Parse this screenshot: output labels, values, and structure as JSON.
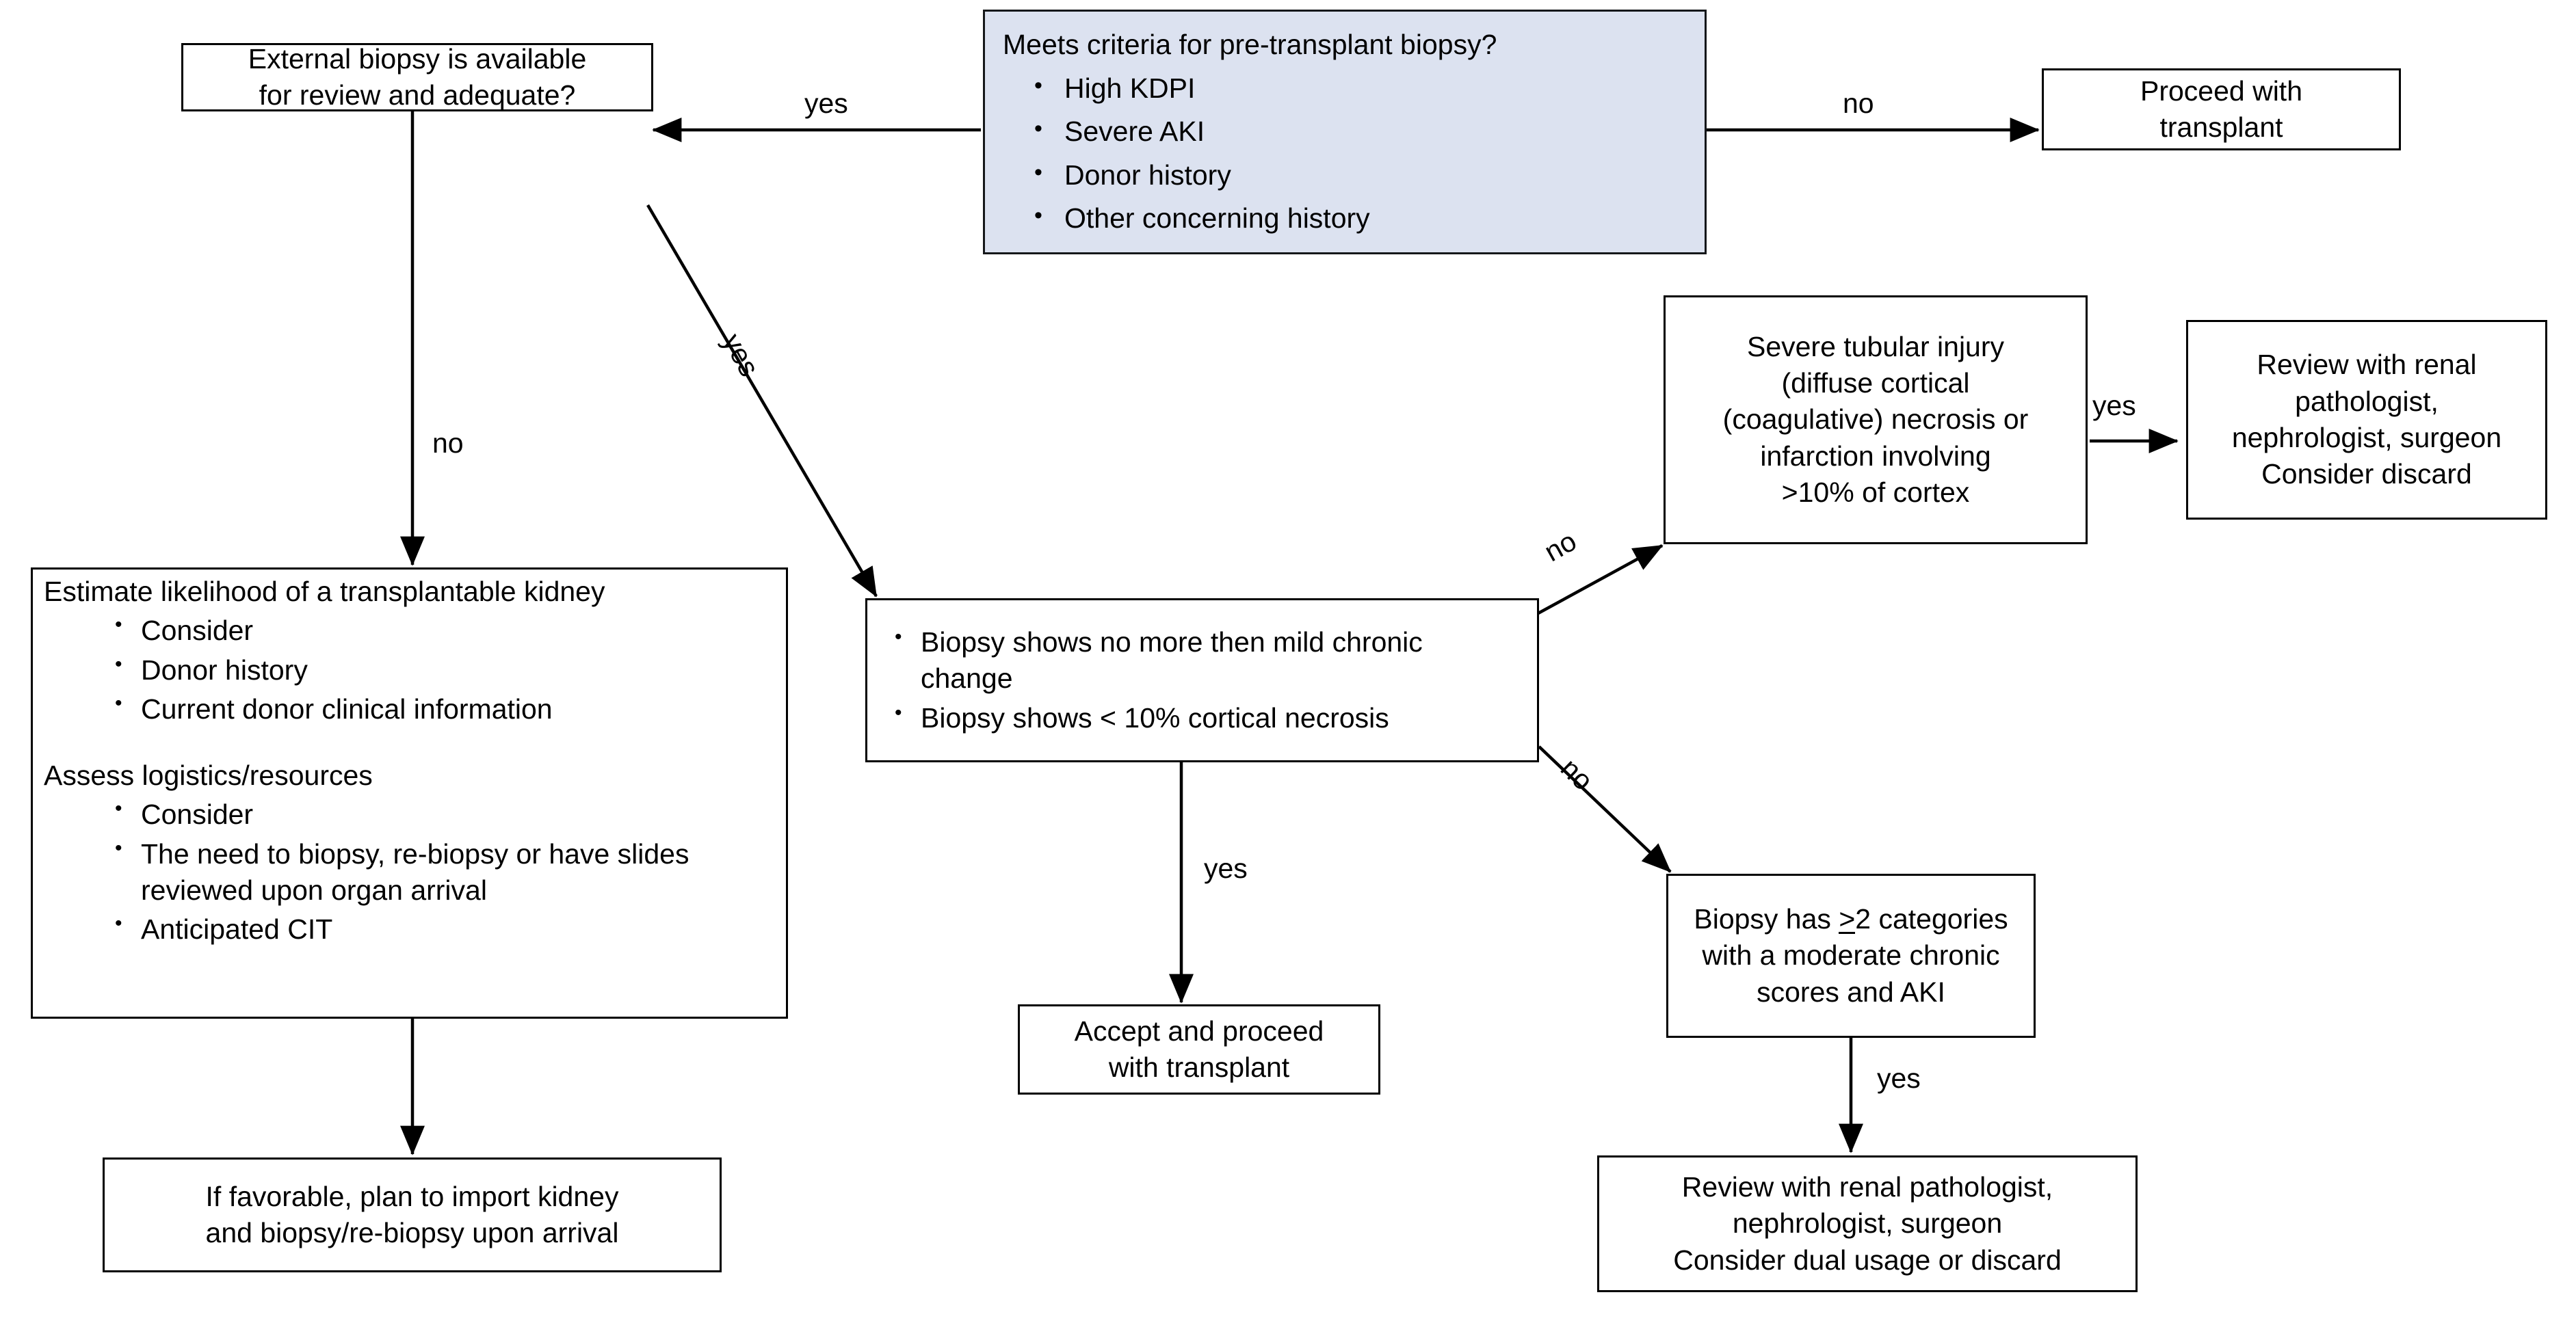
{
  "diagram": {
    "title": "Pre-transplant kidney biopsy decision algorithm",
    "type": "flowchart",
    "colors": {
      "criteria_box_fill": "#dce2f0",
      "box_border": "#000000",
      "text": "#000000",
      "page_background": "#ffffff"
    }
  },
  "nodes": {
    "criteria": {
      "title": "Meets criteria for pre-transplant biopsy?",
      "bullets": [
        "High KDPI",
        "Severe AKI",
        "Donor history",
        "Other concerning history"
      ]
    },
    "external_biopsy": {
      "line1": "External biopsy is available",
      "line2": "for review and adequate?"
    },
    "proceed_transplant": {
      "line1": "Proceed with",
      "line2": "transplant"
    },
    "estimate": {
      "heading1": "Estimate likelihood of a transplantable kidney",
      "bullets1": [
        "Consider",
        "Donor history",
        "Current donor clinical information"
      ],
      "heading2": "Assess logistics/resources",
      "bullets2": [
        "Consider",
        "The need to biopsy, re-biopsy or have slides reviewed upon organ arrival",
        "Anticipated CIT"
      ]
    },
    "import_kidney": {
      "line1": "If favorable, plan to import kidney",
      "line2": "and biopsy/re-biopsy  upon arrival"
    },
    "biopsy_findings": {
      "bullets": [
        "Biopsy shows no more then mild chronic change",
        "Biopsy shows < 10% cortical necrosis"
      ]
    },
    "severe_injury": {
      "line1": "Severe tubular injury",
      "line2": "(diffuse cortical",
      "line3": "(coagulative) necrosis or",
      "line4": "infarction involving",
      "line5": ">10% of cortex"
    },
    "review_discard": {
      "line1": "Review with renal",
      "line2": "pathologist,",
      "line3": "nephrologist, surgeon",
      "line4": "Consider discard"
    },
    "accept_proceed": {
      "line1": "Accept and proceed",
      "line2": "with transplant"
    },
    "two_categories": {
      "line1_pre": "Biopsy has ",
      "line1_ge": ">",
      "line1_post": "2 categories",
      "line2": "with a moderate chronic",
      "line3": "scores and AKI"
    },
    "review_dual": {
      "line1": "Review with renal pathologist,",
      "line2": "nephrologist, surgeon",
      "line3": "Consider dual usage or discard"
    }
  },
  "edges": {
    "criteria_to_external": "yes",
    "criteria_to_proceed": "no",
    "external_no": "no",
    "external_yes": "yes",
    "estimate_to_import": "",
    "findings_no_up": "no",
    "findings_yes_down": "yes",
    "findings_no_down": "no",
    "severe_to_review": "yes",
    "categories_to_review": "yes"
  }
}
